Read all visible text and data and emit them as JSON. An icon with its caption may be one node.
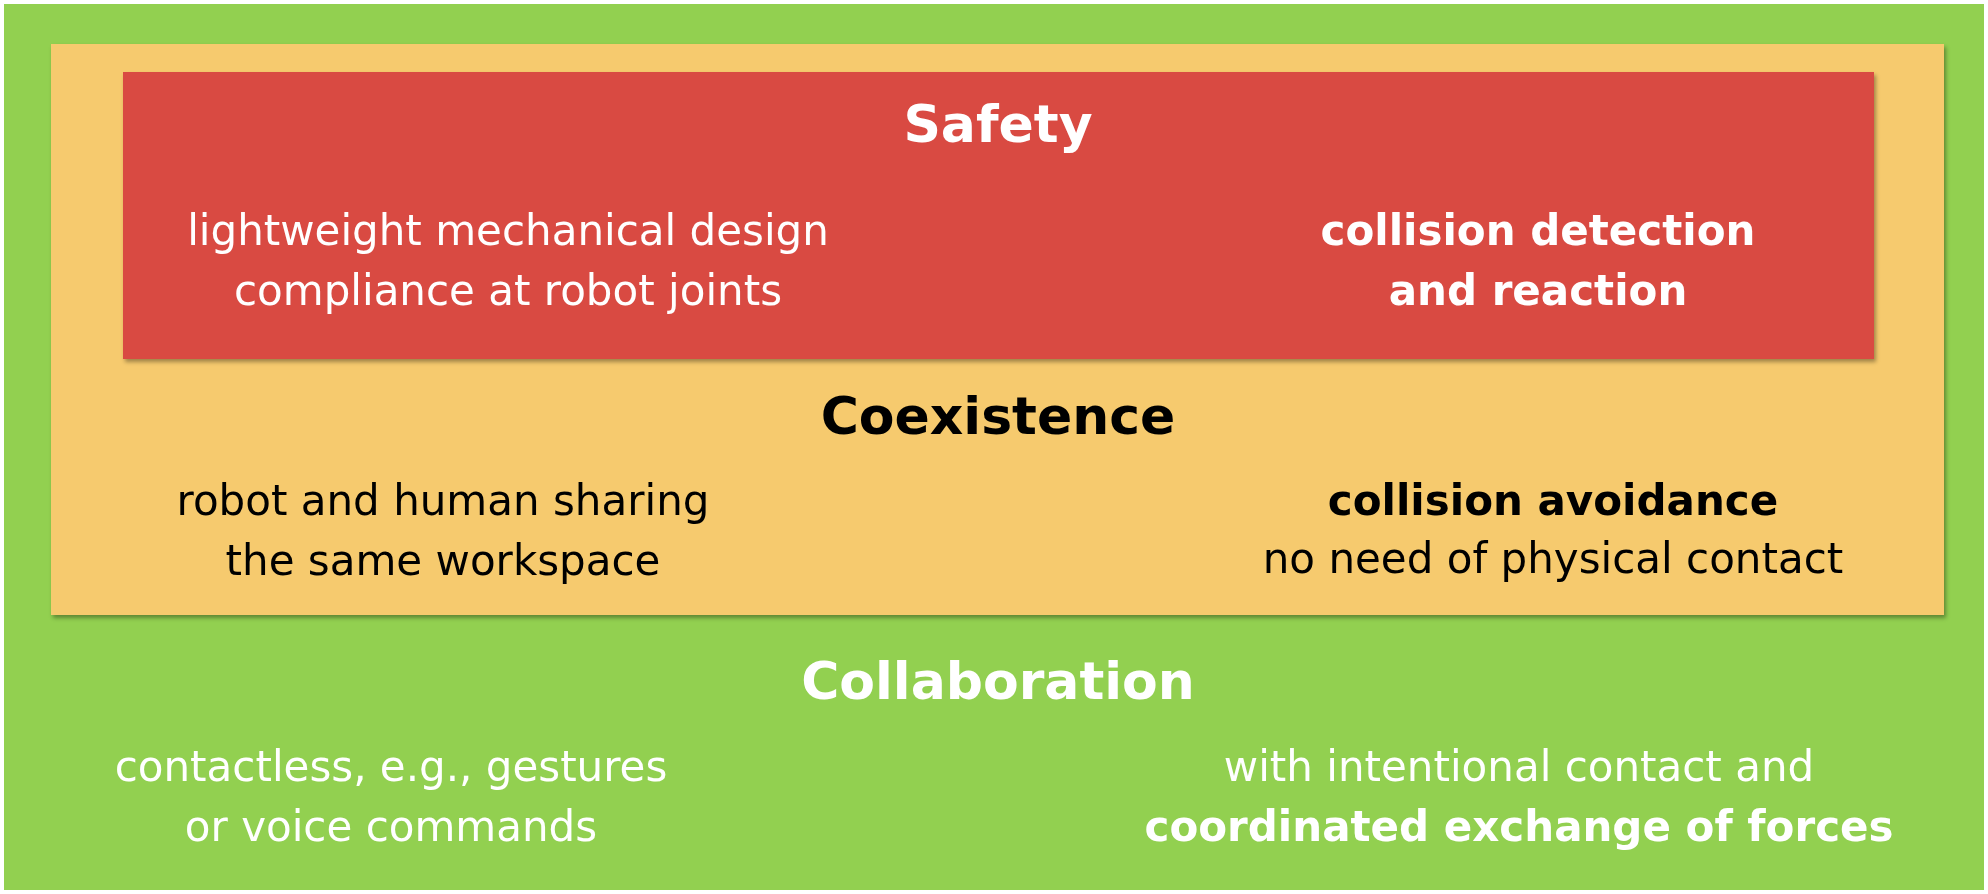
{
  "diagram": {
    "nodes": [
      {
        "text": [
          "Collaboration",
          "contactless, e.g., gestures or voice commands",
          "with intentional contact and **coordinated exchange of forces**"
        ]
      },
      {
        "text": [
          "Coexistence",
          "robot and human sharing the same workspace",
          "collision avoidance",
          "no need of physical contact"
        ],
        "in": 0
      },
      {
        "text": [
          "Safety",
          "lightweight mechanical design compliance at robot joints",
          "collision detection and reaction"
        ],
        "in": 1
      }
    ]
  }
}
